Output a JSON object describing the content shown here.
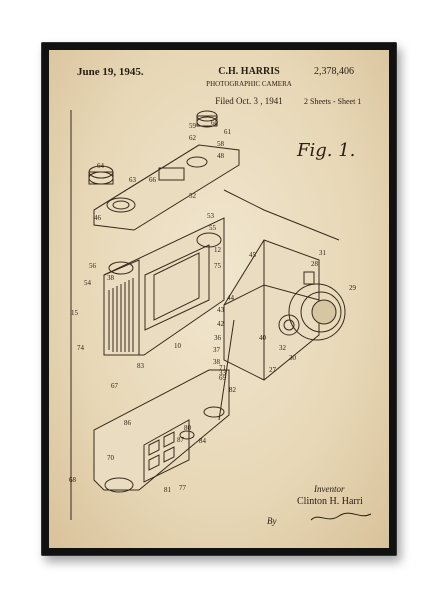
{
  "patent": {
    "date": "June 19, 1945.",
    "inventor_header": "C.H. HARRIS",
    "subject": "PHOTOGRAPHIC CAMERA",
    "number": "2,378,406",
    "filed": "Filed Oct. 3 , 1941",
    "sheets": "2 Sheets - Sheet 1",
    "figure": "Fig. 1.",
    "inventor_label": "Inventor",
    "inventor_name": "Clinton H. Harri",
    "by": "By"
  },
  "colors": {
    "frame": "#111111",
    "paper": "#ecdfc4",
    "ink": "#2a1d12"
  }
}
